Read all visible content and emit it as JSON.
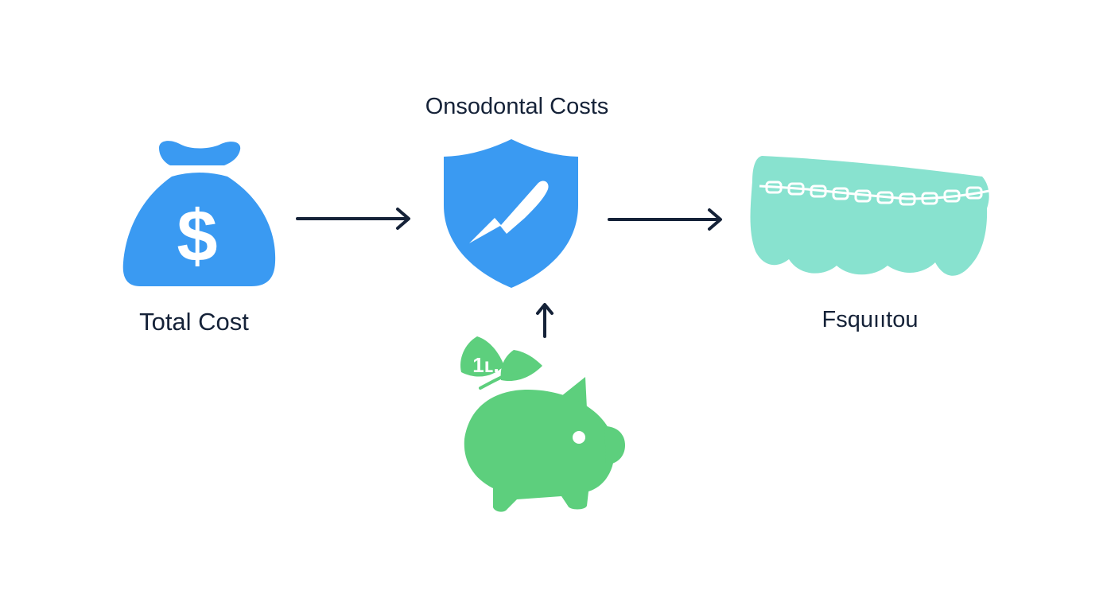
{
  "labels": {
    "top_title": "Onsodontal Costs",
    "left": "Total Cost",
    "right": "Fsquııtou"
  },
  "icons": {
    "left": "money-bag-icon",
    "center": "shield-icon",
    "right": "dental-braces-icon",
    "bottom": "piggy-bank-icon",
    "bottom_leaves": "leaf-icon"
  },
  "symbols": {
    "dollar": "$",
    "leaf_text": "1ʟ."
  },
  "colors": {
    "blue": "#3a9af2",
    "green": "#5dcf7d",
    "teal": "#88e2cf",
    "arrow": "#152238",
    "text": "#152238"
  }
}
